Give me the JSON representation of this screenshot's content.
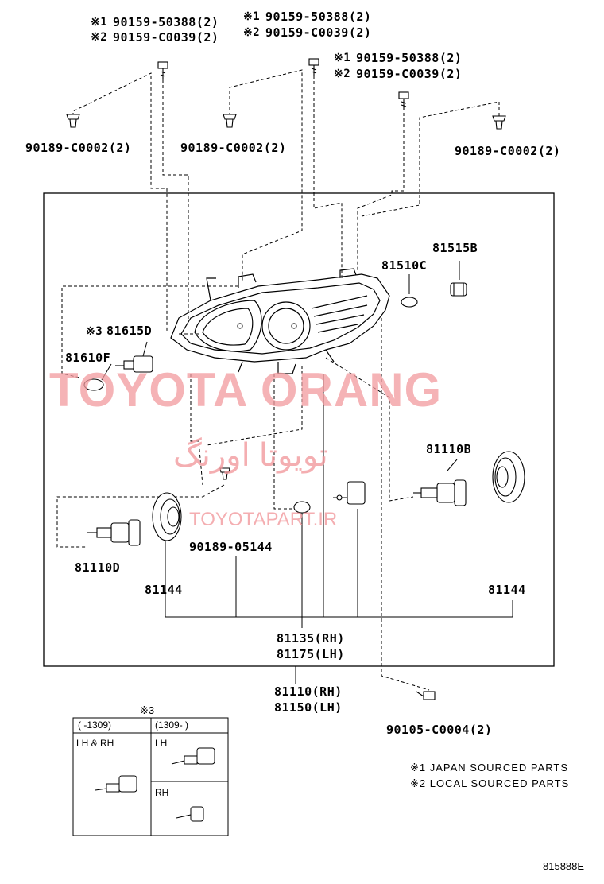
{
  "parts": {
    "screw_japan": "90159-50388(2)",
    "screw_local": "90159-C0039(2)",
    "clip": "90189-C0002(2)",
    "m1": "※1",
    "m2": "※2",
    "m3": "※3",
    "p81515b": "81515B",
    "p81510c": "81510C",
    "p81615d": "81615D",
    "p81610f": "81610F",
    "p81110b": "81110B",
    "p81110d": "81110D",
    "p90189_05144": "90189-05144",
    "p81144": "81144",
    "p81135": "81135(RH)",
    "p81175": "81175(LH)",
    "p81110": "81110(RH)",
    "p81150": "81150(LH)",
    "p90105": "90105-C0004(2)"
  },
  "legend": {
    "note1": "※1 JAPAN SOURCED PARTS",
    "note2": "※2 LOCAL SOURCED PARTS"
  },
  "inset": {
    "marker": "※3",
    "col1": "(     -1309)",
    "col2": "(1309-     )",
    "cell_lhrh": "LH & RH",
    "cell_lh": "LH",
    "cell_rh": "RH"
  },
  "watermark": {
    "main": "TOYOTA ORANG",
    "persian": "تویوتا اورنگ",
    "site": "TOYOTAPART.IR"
  },
  "figure_id": "815888E"
}
